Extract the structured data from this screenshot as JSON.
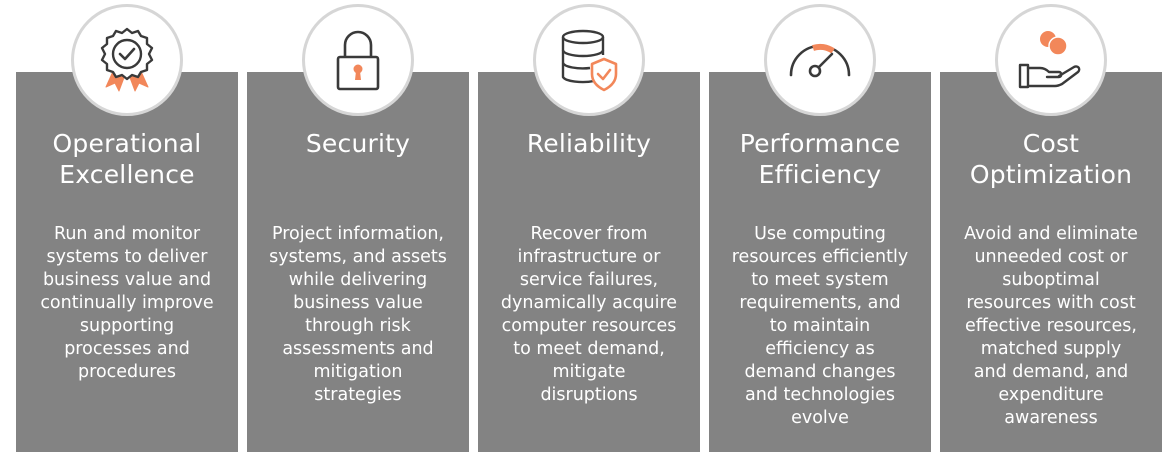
{
  "colors": {
    "panel": "#838383",
    "accent": "#f2875a",
    "icon_line": "#3a3a3a",
    "text": "#ffffff"
  },
  "pillars": [
    {
      "title": "Operational\nExcellence",
      "description": "Run and monitor\nsystems to deliver\nbusiness value and\ncontinually improve\nsupporting\nprocesses and\nprocedures",
      "icon": "award-badge-icon"
    },
    {
      "title": "Security",
      "description": "Project information,\nsystems, and assets\nwhile delivering\nbusiness value\nthrough risk\nassessments and\nmitigation\nstrategies",
      "icon": "padlock-icon"
    },
    {
      "title": "Reliability",
      "description": "Recover from\ninfrastructure or\nservice failures,\ndynamically acquire\ncomputer resources\nto meet demand,\nmitigate\ndisruptions",
      "icon": "database-shield-icon"
    },
    {
      "title": "Performance\nEfficiency",
      "description": "Use computing\nresources efficiently\nto meet system\nrequirements, and\nto maintain\nefficiency as\ndemand changes\nand technologies\nevolve",
      "icon": "speedometer-icon"
    },
    {
      "title": "Cost\nOptimization",
      "description": "Avoid and eliminate\nunneeded cost or\nsuboptimal\nresources with cost\neffective resources,\nmatched supply\nand demand, and\nexpenditure\nawareness",
      "icon": "hand-coins-icon"
    }
  ]
}
